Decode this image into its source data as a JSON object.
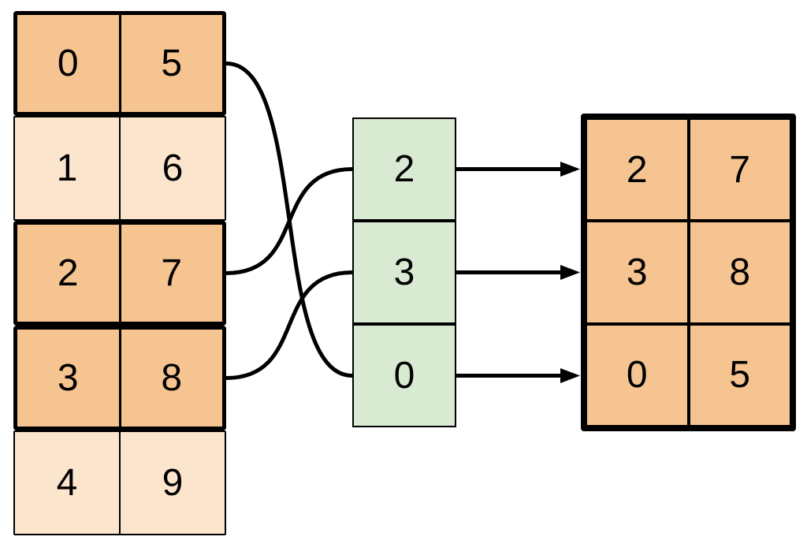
{
  "diagram": {
    "description": "Gather / row-indexing diagram: highlighted rows of a source table are selected by an index column and copied into a result table",
    "source_table": {
      "rows": [
        {
          "cells": [
            "0",
            "5"
          ],
          "highlighted": true
        },
        {
          "cells": [
            "1",
            "6"
          ],
          "highlighted": false
        },
        {
          "cells": [
            "2",
            "7"
          ],
          "highlighted": true
        },
        {
          "cells": [
            "3",
            "8"
          ],
          "highlighted": true
        },
        {
          "cells": [
            "4",
            "9"
          ],
          "highlighted": false
        }
      ]
    },
    "index_column": {
      "values": [
        "2",
        "3",
        "0"
      ]
    },
    "result_table": {
      "rows": [
        {
          "cells": [
            "2",
            "7"
          ]
        },
        {
          "cells": [
            "3",
            "8"
          ]
        },
        {
          "cells": [
            "0",
            "5"
          ]
        }
      ]
    },
    "connections": {
      "gather_curves": [
        {
          "source_row": 0,
          "index_cell": 2
        },
        {
          "source_row": 2,
          "index_cell": 0
        },
        {
          "source_row": 3,
          "index_cell": 1
        }
      ],
      "result_arrows": [
        {
          "index_cell": 0,
          "result_row": 0
        },
        {
          "index_cell": 1,
          "result_row": 1
        },
        {
          "index_cell": 2,
          "result_row": 2
        }
      ]
    },
    "colors": {
      "highlight_fill": "#F6C490",
      "muted_fill": "#FCE5CD",
      "index_fill": "#D9EAD3",
      "line": "#000000"
    }
  }
}
